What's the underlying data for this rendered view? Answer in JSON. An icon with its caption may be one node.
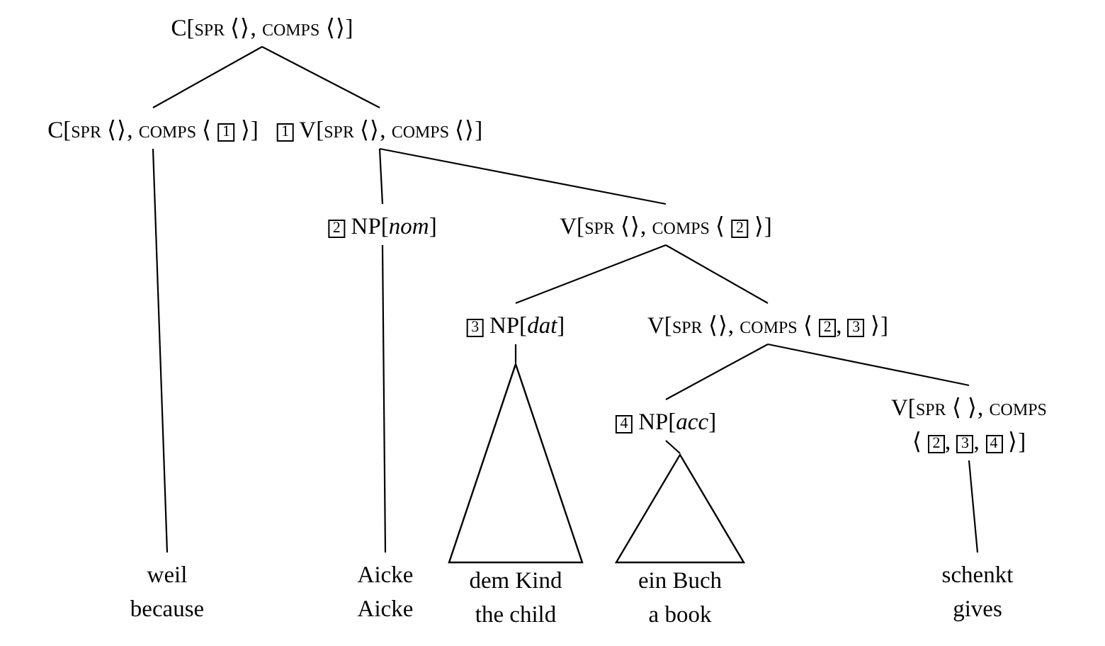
{
  "diagram": {
    "nodes": [
      {
        "text": [
          "C[spr ⟨⟩, comps ⟨⟩]"
        ]
      },
      {
        "text": [
          "C[spr ⟨⟩, comps ⟨ 1 ⟩]"
        ]
      },
      {
        "text": [
          "1 V[spr ⟨⟩, comps ⟨⟩]"
        ]
      },
      {
        "text": [
          "2 NP[*nom*]"
        ]
      },
      {
        "text": [
          "V[spr ⟨⟩, comps ⟨ 2 ⟩]"
        ]
      },
      {
        "text": [
          "3 NP[*dat*]"
        ]
      },
      {
        "text": [
          "V[spr ⟨⟩, comps ⟨ 2, 3 ⟩]"
        ]
      },
      {
        "text": [
          "4 NP[*acc*]"
        ]
      },
      {
        "text": [
          "V[spr ⟨ ⟩, comps ⟨ 2, 3, 4 ⟩]"
        ]
      },
      {
        "text": [
          "weil",
          "because"
        ]
      },
      {
        "text": [
          "Aicke",
          "Aicke"
        ]
      },
      {
        "text": [
          "dem Kind",
          "the child"
        ]
      },
      {
        "text": [
          "ein Buch",
          "a book"
        ]
      },
      {
        "text": [
          "schenkt",
          "gives"
        ]
      }
    ],
    "edges": [
      {
        "from": 0,
        "to": 1,
        "arrow": "none"
      },
      {
        "from": 0,
        "to": 2,
        "arrow": "none"
      },
      {
        "from": 1,
        "to": 9,
        "arrow": "none"
      },
      {
        "from": 2,
        "to": 3,
        "arrow": "none"
      },
      {
        "from": 2,
        "to": 4,
        "arrow": "none"
      },
      {
        "from": 3,
        "to": 10,
        "arrow": "none"
      },
      {
        "from": 4,
        "to": 5,
        "arrow": "none"
      },
      {
        "from": 4,
        "to": 6,
        "arrow": "none"
      },
      {
        "from": 5,
        "to": 11,
        "arrow": "none"
      },
      {
        "from": 6,
        "to": 7,
        "arrow": "none"
      },
      {
        "from": 6,
        "to": 8,
        "arrow": "none"
      },
      {
        "from": 7,
        "to": 12,
        "arrow": "none"
      },
      {
        "from": 8,
        "to": 13,
        "arrow": "none"
      }
    ]
  }
}
